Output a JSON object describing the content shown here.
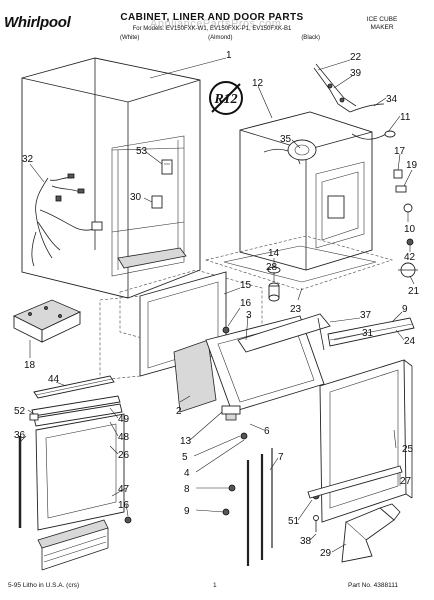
{
  "header": {
    "brand": "Whirlpool",
    "title": "CABINET, LINER AND DOOR PARTS",
    "models": "For Models: EV150FXK-W1, EV150FXK-P1, EV150FXK-B1",
    "colors": [
      "(White)",
      "(Almond)",
      "(Black)"
    ],
    "section_line1": "ICE CUBE",
    "section_line2": "MAKER",
    "watermark": "AppliancePartsPros.com"
  },
  "stamp": "R12",
  "footer": {
    "left": "5-95 Litho in U.S.A. (crs)",
    "center": "1",
    "right": "Part No. 4388111"
  },
  "callouts": {
    "c1": "1",
    "c22": "22",
    "c39": "39",
    "c12": "12",
    "c34": "34",
    "c11": "11",
    "c35": "35",
    "c17": "17",
    "c19": "19",
    "c32": "32",
    "c53": "53",
    "c30": "30",
    "c10": "10",
    "c42": "42",
    "c21": "21",
    "c14": "14",
    "c28": "28",
    "c15": "15",
    "c23": "23",
    "c16a": "16",
    "c3": "3",
    "c37": "37",
    "c9": "9",
    "c31": "31",
    "c24": "24",
    "c18": "18",
    "c44": "44",
    "c2": "2",
    "c52": "52",
    "c49": "49",
    "c6": "6",
    "c36": "36",
    "c48": "48",
    "c13": "13",
    "c5": "5",
    "c26": "26",
    "c25": "25",
    "c4": "4",
    "c47": "47",
    "c7": "7",
    "c8": "8",
    "c16b": "16",
    "c51": "51",
    "c27": "27",
    "c38": "38",
    "c29": "29"
  }
}
